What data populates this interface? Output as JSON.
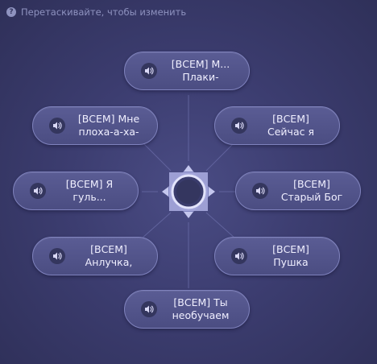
{
  "hint": {
    "icon": "question-icon",
    "icon_glyph": "?",
    "text": "Перетаскивайте, чтобы изменить"
  },
  "wheel": {
    "items": [
      {
        "id": "top",
        "label": "[ВСЕМ] М...\nПлаки-",
        "icon": "speaker-icon"
      },
      {
        "id": "top-left",
        "label": "[ВСЕМ] Мне\nплоха-а-ха-",
        "icon": "speaker-icon"
      },
      {
        "id": "top-right",
        "label": "[ВСЕМ]\nСейчас я",
        "icon": "speaker-icon"
      },
      {
        "id": "left",
        "label": "[ВСЕМ] Я\nгуль...",
        "icon": "speaker-icon"
      },
      {
        "id": "right",
        "label": "[ВСЕМ]\nСтарый Бог",
        "icon": "speaker-icon"
      },
      {
        "id": "bottom-left",
        "label": "[ВСЕМ]\nАнлучка,",
        "icon": "speaker-icon"
      },
      {
        "id": "bottom-right",
        "label": "[ВСЕМ]\nПушка",
        "icon": "speaker-icon"
      },
      {
        "id": "bottom",
        "label": "[ВСЕМ] Ты\nнеобучаем",
        "icon": "speaker-icon"
      }
    ],
    "center_icon": "wheel-hub-icon"
  },
  "colors": {
    "background": "#3c3d70",
    "item_fill": "#4f5188",
    "item_border": "#7f82bd",
    "text": "#f0efff",
    "hint_text": "#8f93c0",
    "hub": "#a6a8dd"
  }
}
